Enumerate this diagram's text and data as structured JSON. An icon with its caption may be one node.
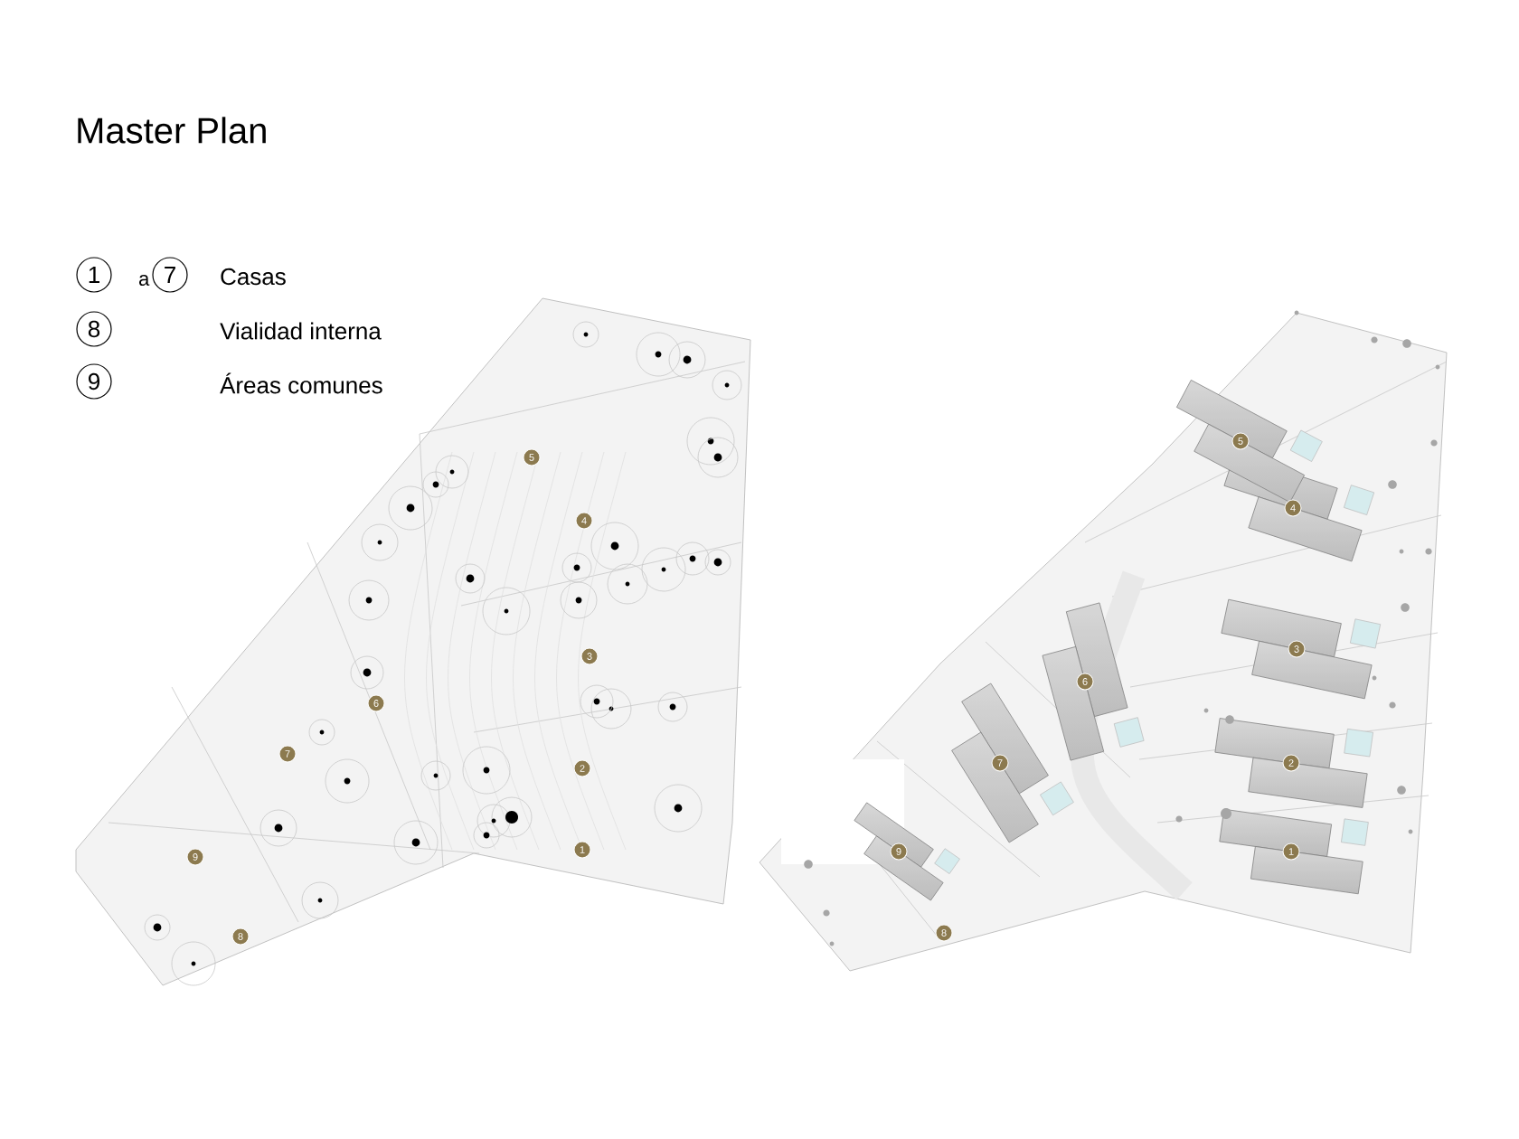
{
  "diagram": {
    "title": "Master Plan",
    "nodes": [
      {
        "text": [
          "1"
        ]
      },
      {
        "text": [
          "7"
        ]
      },
      {
        "text": [
          "8"
        ]
      },
      {
        "text": [
          "9"
        ]
      },
      {
        "text": [
          "5"
        ]
      },
      {
        "text": [
          "4"
        ]
      },
      {
        "text": [
          "3"
        ]
      },
      {
        "text": [
          "6"
        ]
      },
      {
        "text": [
          "7"
        ]
      },
      {
        "text": [
          "2"
        ]
      },
      {
        "text": [
          "1"
        ]
      },
      {
        "text": [
          "9"
        ]
      },
      {
        "text": [
          "8"
        ]
      },
      {
        "text": [
          "5"
        ]
      },
      {
        "text": [
          "4"
        ]
      },
      {
        "text": [
          "3"
        ]
      },
      {
        "text": [
          "6"
        ]
      },
      {
        "text": [
          "7"
        ]
      },
      {
        "text": [
          "2"
        ]
      },
      {
        "text": [
          "1"
        ]
      },
      {
        "text": [
          "9"
        ]
      },
      {
        "text": [
          "8"
        ]
      }
    ],
    "labels": [
      "a",
      "Casas",
      "Vialidad interna",
      "Áreas comunes"
    ]
  }
}
